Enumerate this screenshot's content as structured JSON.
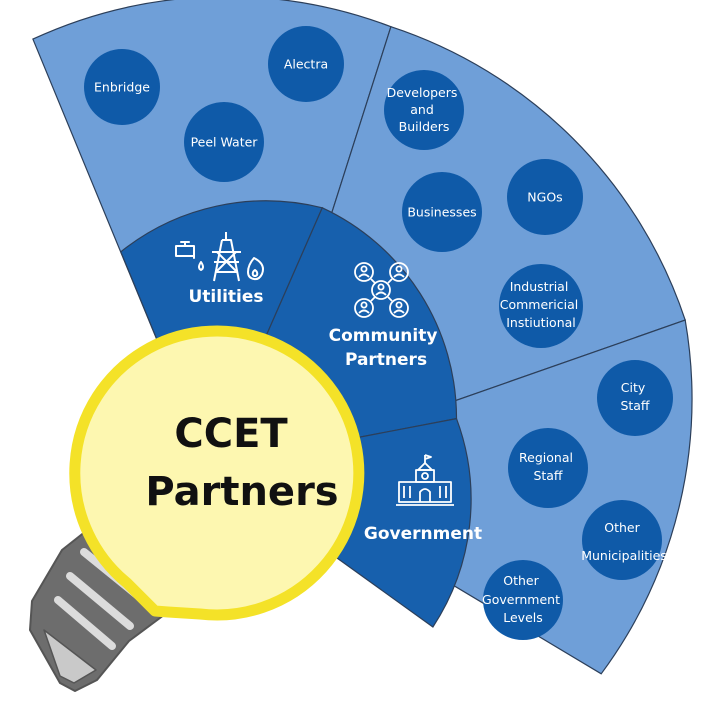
{
  "bulb": {
    "line1": "CCET",
    "line2": "Partners"
  },
  "colors": {
    "outer_ring": "#6f9fd8",
    "inner_ring": "#1760ad",
    "leaf_circle": "#0f5aa8",
    "divider": "#2c3f5a",
    "bulb_fill": "#fdf7b0",
    "bulb_outline": "#f4e228",
    "base_dark": "#6d6d6d",
    "base_light": "#dcdcdc"
  },
  "sectors": {
    "utilities": {
      "label": "Utilities",
      "icons": [
        "water-tap-icon",
        "power-tower-icon",
        "gas-flame-icon"
      ],
      "members": [
        "Enbridge",
        "Alectra",
        "Peel Water"
      ]
    },
    "community": {
      "label_line1": "Community",
      "label_line2": "Partners",
      "icon": "network-people-icon",
      "members": [
        [
          "Developers",
          "and",
          "Builders"
        ],
        [
          "Businesses"
        ],
        [
          "NGOs"
        ],
        [
          "Industrial",
          "Commericial",
          "Instiutional"
        ]
      ]
    },
    "government": {
      "label": "Government",
      "icon": "city-hall-icon",
      "members": [
        [
          "City",
          "Staff"
        ],
        [
          "Regional",
          "Staff"
        ],
        [
          "Other",
          "Municipalities"
        ],
        [
          "Other",
          "Government",
          "Levels"
        ]
      ]
    }
  }
}
